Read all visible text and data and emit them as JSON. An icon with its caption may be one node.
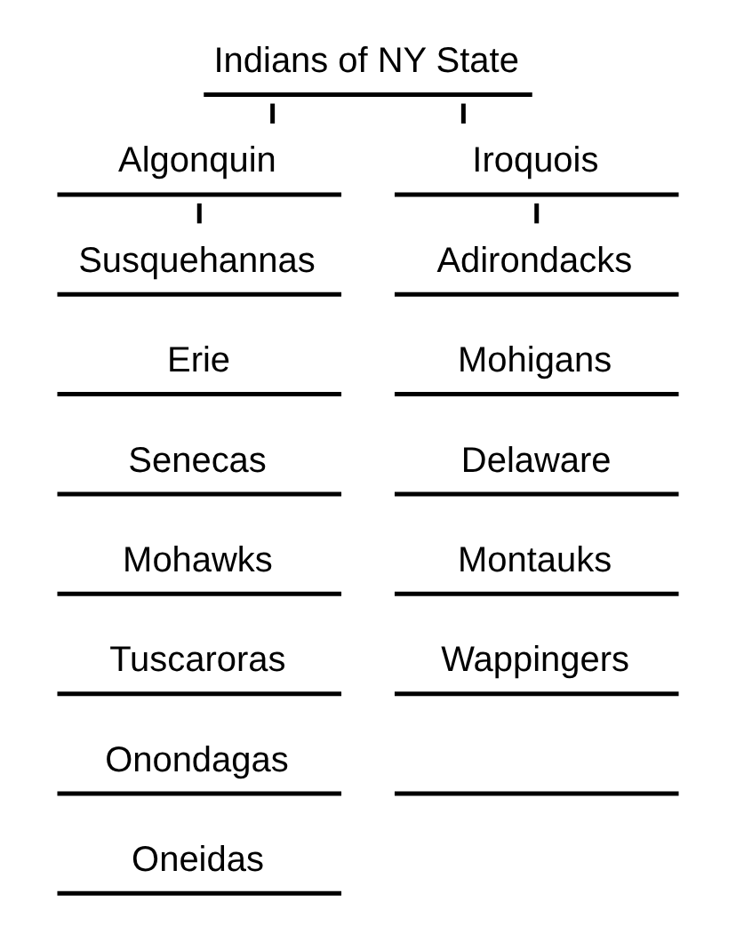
{
  "diagram": {
    "nodes": [
      {
        "text": [
          "Indians of NY State"
        ]
      },
      {
        "text": [
          "Algonquin"
        ]
      },
      {
        "text": [
          "Iroquois"
        ]
      },
      {
        "text": [
          "Susquehannas"
        ]
      },
      {
        "text": [
          "Erie"
        ]
      },
      {
        "text": [
          "Senecas"
        ]
      },
      {
        "text": [
          "Mohawks"
        ]
      },
      {
        "text": [
          "Tuscaroras"
        ]
      },
      {
        "text": [
          "Onondagas"
        ]
      },
      {
        "text": [
          "Oneidas"
        ]
      },
      {
        "text": [
          "Adirondacks"
        ]
      },
      {
        "text": [
          "Mohigans"
        ]
      },
      {
        "text": [
          "Delaware"
        ]
      },
      {
        "text": [
          "Montauks"
        ]
      },
      {
        "text": [
          "Wappingers"
        ]
      },
      {
        "text": [],
        "shape": "line"
      }
    ],
    "edges": [
      {
        "from": 0,
        "to": 1,
        "arrow": "none"
      },
      {
        "from": 0,
        "to": 2,
        "arrow": "none"
      },
      {
        "from": 1,
        "to": 3,
        "arrow": "none"
      },
      {
        "from": 2,
        "to": 10,
        "arrow": "none"
      }
    ]
  }
}
